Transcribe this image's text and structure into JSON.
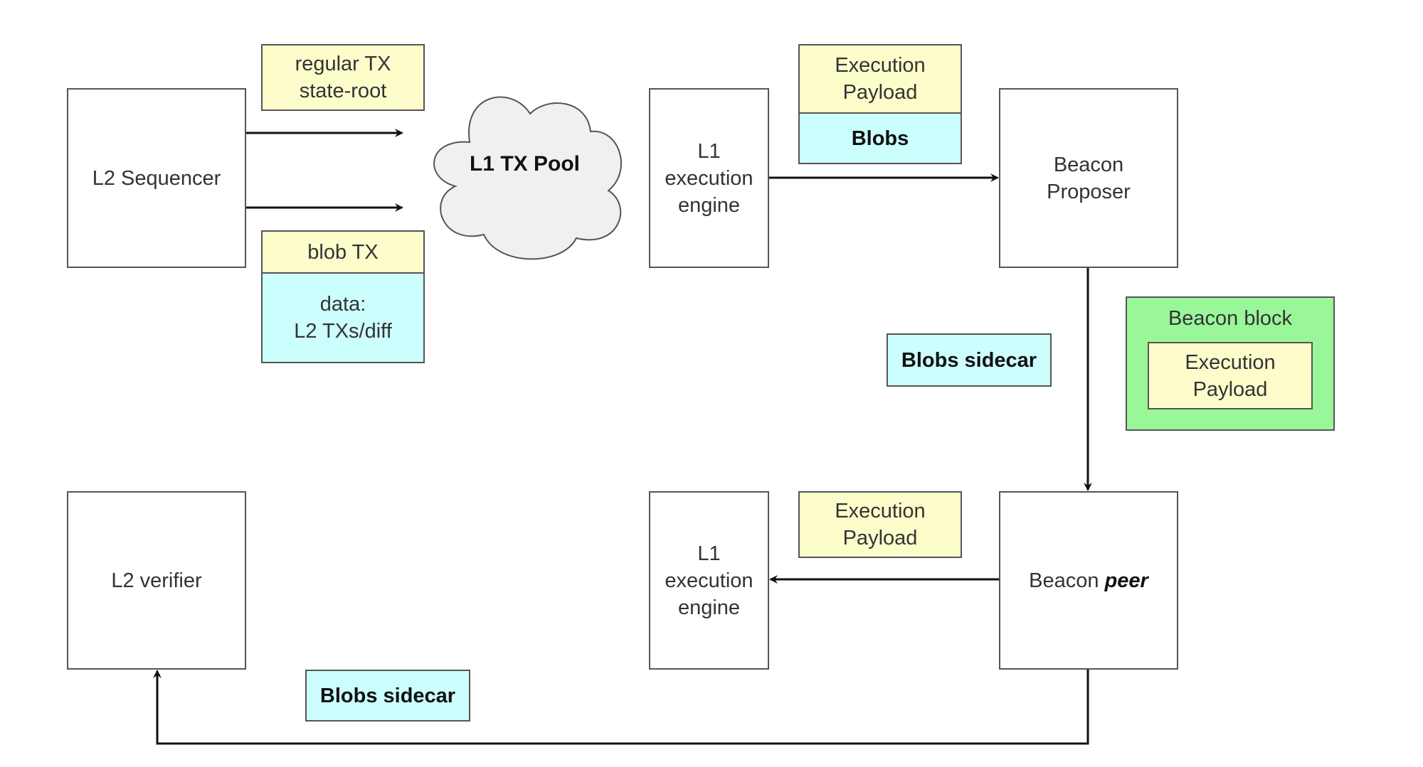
{
  "diagram": {
    "colors": {
      "payload_yellow": "#fdfdcc",
      "blob_cyan": "#ccfefe",
      "beacon_block_green": "#99f799",
      "pool_gray": "#f0f0f0",
      "arrow": "#111111"
    },
    "nodes": {
      "l2_sequencer": "L2 Sequencer",
      "l1_tx_pool": "L1 TX Pool",
      "l1_engine_top": [
        "L1",
        "execution",
        "engine"
      ],
      "beacon_proposer": [
        "Beacon",
        "Proposer"
      ],
      "l2_verifier": "L2 verifier",
      "l1_engine_bottom": [
        "L1",
        "execution",
        "engine"
      ],
      "beacon_peer": {
        "prefix": "Beacon ",
        "emphasis": "peer"
      }
    },
    "labels": {
      "regular_tx": [
        "regular TX",
        "state-root"
      ],
      "blob_tx": {
        "header": "blob TX",
        "body": [
          "data:",
          "L2 TXs/diff"
        ]
      },
      "payload_blobs": {
        "payload": [
          "Execution",
          "Payload"
        ],
        "blobs": "Blobs"
      },
      "blobs_sidecar_middle": "Blobs sidecar",
      "beacon_block": {
        "title": "Beacon block",
        "payload": [
          "Execution",
          "Payload"
        ]
      },
      "payload_bottom": [
        "Execution",
        "Payload"
      ],
      "blobs_sidecar_bottom": "Blobs sidecar"
    },
    "edges": [
      {
        "from": "L2 Sequencer",
        "to": "L1 TX Pool",
        "label": "regular TX / state-root"
      },
      {
        "from": "L2 Sequencer",
        "to": "L1 TX Pool",
        "label": "blob TX"
      },
      {
        "from": "L1 execution engine",
        "to": "Beacon Proposer",
        "label": "Execution Payload + Blobs"
      },
      {
        "from": "Beacon Proposer",
        "to": "Beacon peer",
        "label": "Beacon block / Blobs sidecar"
      },
      {
        "from": "Beacon peer",
        "to": "L1 execution engine",
        "label": "Execution Payload"
      },
      {
        "from": "Beacon peer",
        "to": "L2 verifier",
        "label": "Blobs sidecar"
      }
    ]
  }
}
